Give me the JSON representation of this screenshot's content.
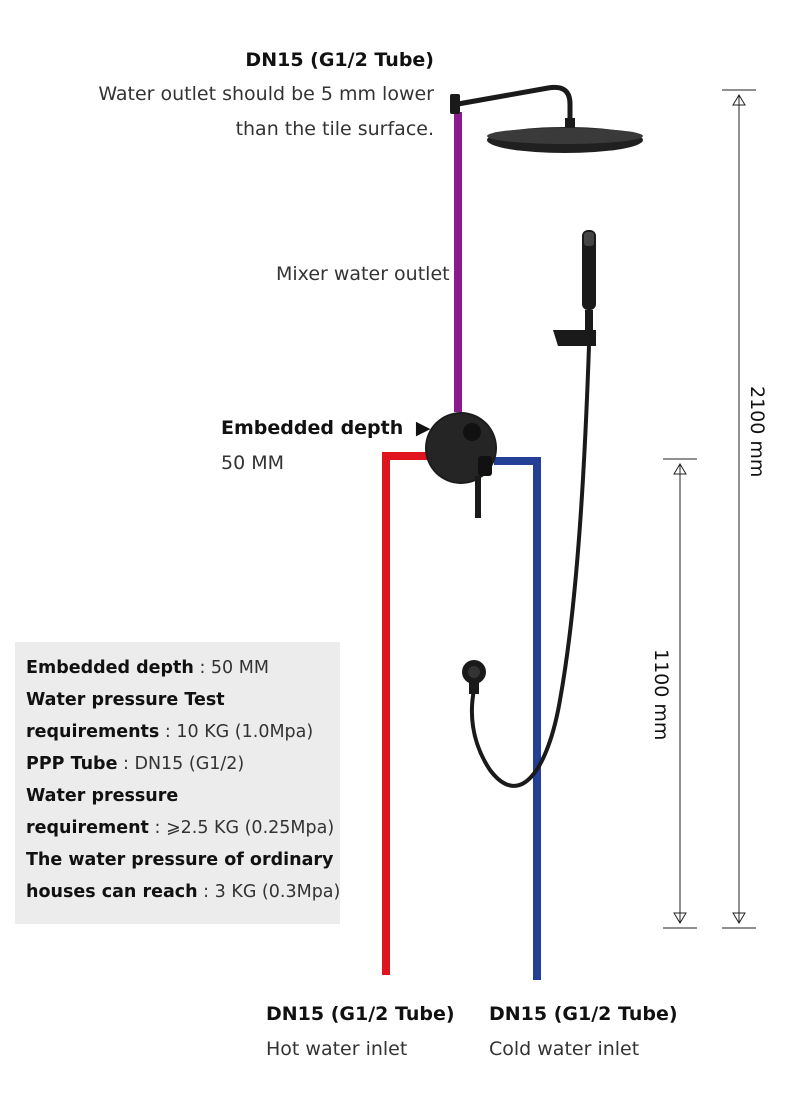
{
  "top_outlet": {
    "title": "DN15 (G1/2 Tube)",
    "note_line1": "Water outlet should be 5 mm lower",
    "note_line2": "than the tile surface."
  },
  "mixer_outlet_label": "Mixer water outlet",
  "embedded": {
    "label": "Embedded depth",
    "arrow": "▶",
    "value": "50 MM"
  },
  "spec_box": {
    "lines": [
      {
        "bold": "Embedded depth",
        "sep": " : ",
        "value": "50 MM"
      },
      {
        "bold": "Water pressure Test",
        "sep": "",
        "value": ""
      },
      {
        "bold": "requirements",
        "sep": " : ",
        "value": "10 KG (1.0Mpa)"
      },
      {
        "bold": "PPP Tube",
        "sep": " : ",
        "value": "DN15 (G1/2)"
      },
      {
        "bold": "Water pressure",
        "sep": "",
        "value": ""
      },
      {
        "bold": "requirement",
        "sep": " : ",
        "value": "⩾2.5 KG (0.25Mpa)"
      },
      {
        "bold": "The water pressure of ordinary",
        "sep": "",
        "value": ""
      },
      {
        "bold": "houses can reach",
        "sep": " : ",
        "value": "3 KG (0.3Mpa)"
      }
    ]
  },
  "dimensions": {
    "total_height": "2100 mm",
    "mixer_height": "1100 mm"
  },
  "hot_inlet": {
    "title": "DN15 (G1/2 Tube)",
    "label": "Hot water inlet"
  },
  "cold_inlet": {
    "title": "DN15 (G1/2 Tube)",
    "label": "Cold water inlet"
  },
  "colors": {
    "mixer_pipe": "#8b1a8f",
    "hot_pipe": "#e0141e",
    "cold_pipe": "#233f96",
    "fixture": "#1a1a1a",
    "spec_background": "#ececec"
  }
}
